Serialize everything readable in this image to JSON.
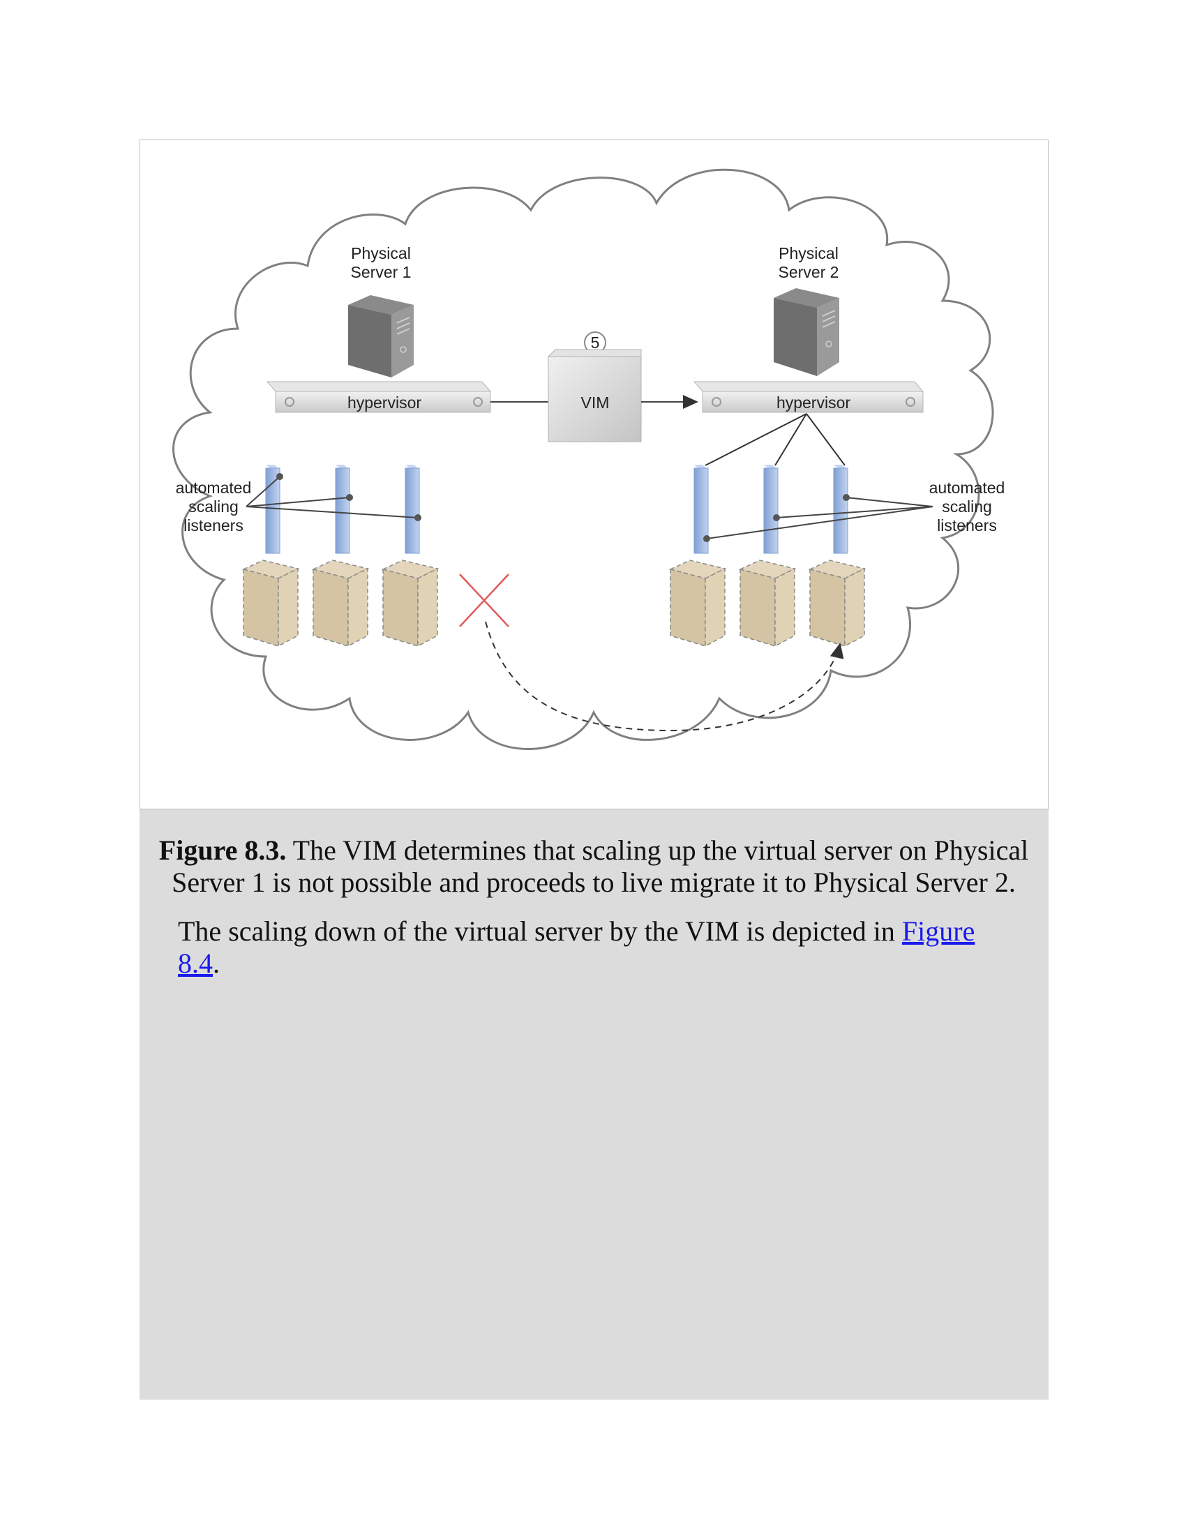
{
  "figure": {
    "labels": {
      "physical_server_1_line1": "Physical",
      "physical_server_1_line2": "Server 1",
      "physical_server_2_line1": "Physical",
      "physical_server_2_line2": "Server 2",
      "hypervisor_1": "hypervisor",
      "hypervisor_2": "hypervisor",
      "vim": "VIM",
      "step_number": "5",
      "listeners_left_line1": "automated",
      "listeners_left_line2": "scaling",
      "listeners_left_line3": "listeners",
      "listeners_right_line1": "automated",
      "listeners_right_line2": "scaling",
      "listeners_right_line3": "listeners"
    },
    "colors": {
      "virtual_server": "#d9c9a8",
      "listener": "#9fb9e3",
      "failed_marker": "#e05a5a",
      "cloud_outline": "#808080"
    }
  },
  "caption": {
    "label": "Figure 8.3.",
    "text": " The VIM determines that scaling up the virtual server on Physical Server 1 is not possible and proceeds to live migrate it to Physical Server 2."
  },
  "paragraph": {
    "text_before": "The scaling down of the virtual server by the VIM is depicted in ",
    "link_text": "Figure 8.4",
    "text_after": "."
  }
}
